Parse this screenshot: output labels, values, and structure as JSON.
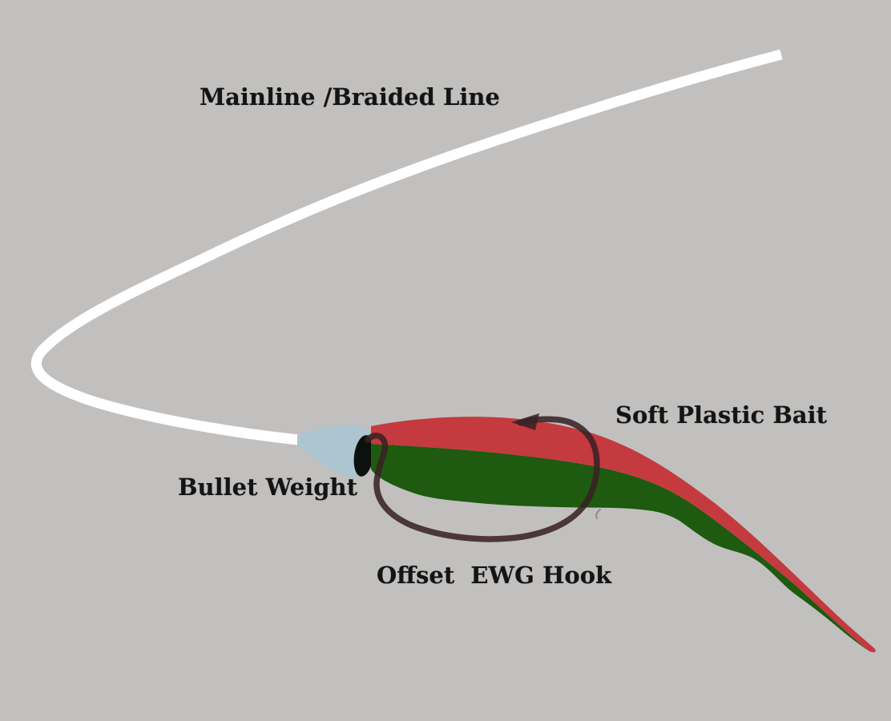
{
  "labels": {
    "mainline": "Mainline /Braided Line",
    "soft_plastic_bait": "Soft Plastic Bait",
    "bullet_weight": "Bullet Weight",
    "offset_hook": "Offset  EWG Hook"
  },
  "colors": {
    "background": "#c1c0bf",
    "fishing_line": "#ffffff",
    "bullet_weight": "#adc5d1",
    "weight_hole": "#0b120e",
    "bait_red": "#c43a3f",
    "bait_green": "#1e5a0f",
    "hook": "#3a2125",
    "stray_mark": "#8a8a8a",
    "label_text": "#141414"
  }
}
